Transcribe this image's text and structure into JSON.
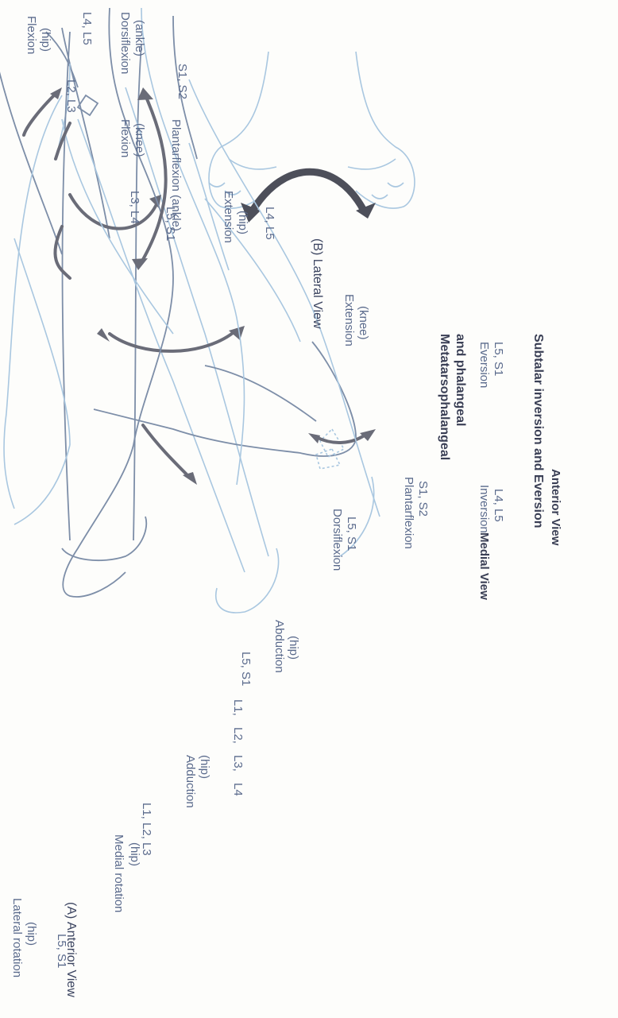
{
  "panel_a": {
    "caption": "(A) Anterior View",
    "lateral_rotation": "Lateral rotation",
    "lateral_rotation_sub": "(hip)",
    "lateral_levels": "L5, S1",
    "medial_rotation": "Medial rotation",
    "medial_rotation_sub": "(hip)",
    "medial_levels": "L1, L2, L3",
    "adduction": "Adduction",
    "adduction_sub": "(hip)",
    "adduction_levels": [
      "L1,",
      "L2,",
      "L3,",
      "L4"
    ],
    "abduction": "Abduction",
    "abduction_sub": "(hip)",
    "abduction_levels": "L5, S1"
  },
  "panel_subtalar": {
    "inversion": "Inversion",
    "inversion_levels": "L4, L5",
    "eversion": "Eversion",
    "eversion_levels": "L5, S1",
    "title": "Subtalar inversion and Eversion",
    "view": "Anterior View"
  },
  "panel_medial": {
    "dorsiflexion": "Dorsiflexion",
    "dorsiflexion_levels": "L5, S1",
    "plantarflexion": "Plantarflexion",
    "plantarflexion_levels": "S1, S2",
    "title_1": "Metatarsophalangeal",
    "title_2": "and phalangeal",
    "view": "Medial View"
  },
  "panel_b": {
    "caption": "(B) Lateral View",
    "flexion_hip": "Flexion",
    "flexion_hip_sub": "(hip)",
    "flexion_hip_levels": "L2, L3",
    "extension_hip": "Extension",
    "extension_hip_sub": "(hip)",
    "extension_hip_levels": "L4, L5",
    "flexion_knee": "Flexion",
    "flexion_knee_sub": "(knee)",
    "flexion_knee_levels": "L3, L4",
    "extension_knee": "Extension",
    "extension_knee_sub": "(knee)",
    "extension_knee_levels": "L5, S1",
    "dorsiflexion_ankle": "Dorsiflexion",
    "dorsiflexion_ankle_sub": "(ankle)",
    "dorsiflexion_ankle_levels": "L4, L5",
    "plantarflexion_ankle": "Plantarflexion (ankle)",
    "plantarflexion_ankle_levels": "S1, S2"
  }
}
